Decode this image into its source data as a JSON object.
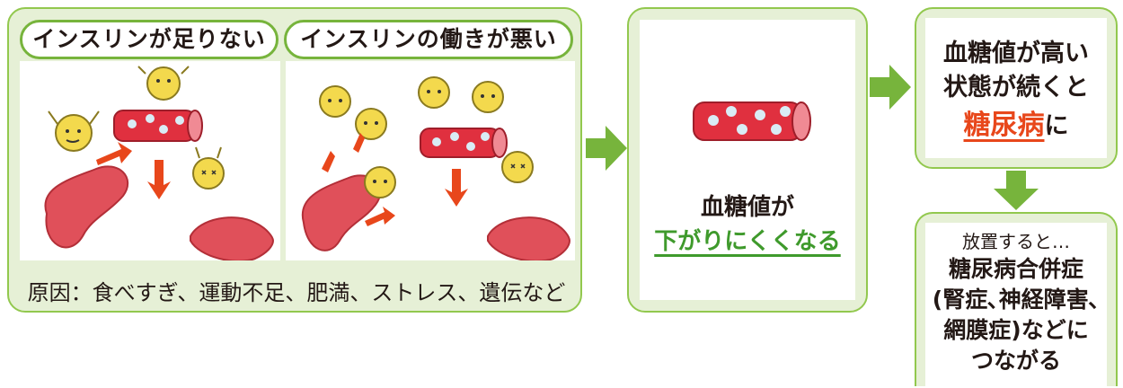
{
  "colors": {
    "panel_fill": "#e6f0d6",
    "panel_border": "#92c84e",
    "arrow": "#77b43c",
    "emphasis_green": "#3f9a2c",
    "emphasis_red": "#e8471b",
    "vessel": "#e0303f",
    "organ": "#e0505a",
    "character": "#f3d94d"
  },
  "causes_panel": {
    "label_left": "インスリンが足りない",
    "label_right": "インスリンの働きが悪い",
    "causes_text": "原因：食べすぎ、運動不足、肥満、ストレス、遺伝など"
  },
  "middle_panel": {
    "line1": "血糖値が",
    "line2": "下がりにくくなる"
  },
  "right_panel": {
    "line1": "血糖値が高い",
    "line2": "状態が続くと",
    "emphasis": "糖尿病",
    "suffix": "に"
  },
  "bottom_right_panel": {
    "line1": "放置すると…",
    "line2": "糖尿病合併症",
    "line3": "(腎症､神経障害､",
    "line4": "網膜症)などに",
    "line5": "つながる"
  }
}
